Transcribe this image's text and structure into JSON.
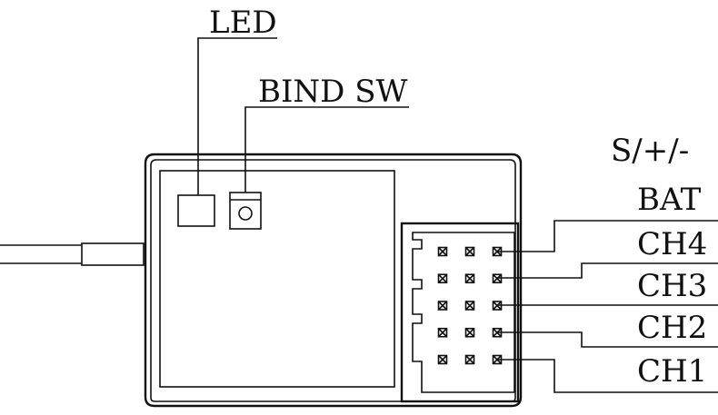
{
  "labels": {
    "led": "LED",
    "bind_sw": "BIND SW",
    "pin_header": "S/+/-",
    "bat": "BAT",
    "ch4": "CH4",
    "ch3": "CH3",
    "ch2": "CH2",
    "ch1": "CH1"
  },
  "pins": {
    "rows": 5,
    "cols": 3
  }
}
